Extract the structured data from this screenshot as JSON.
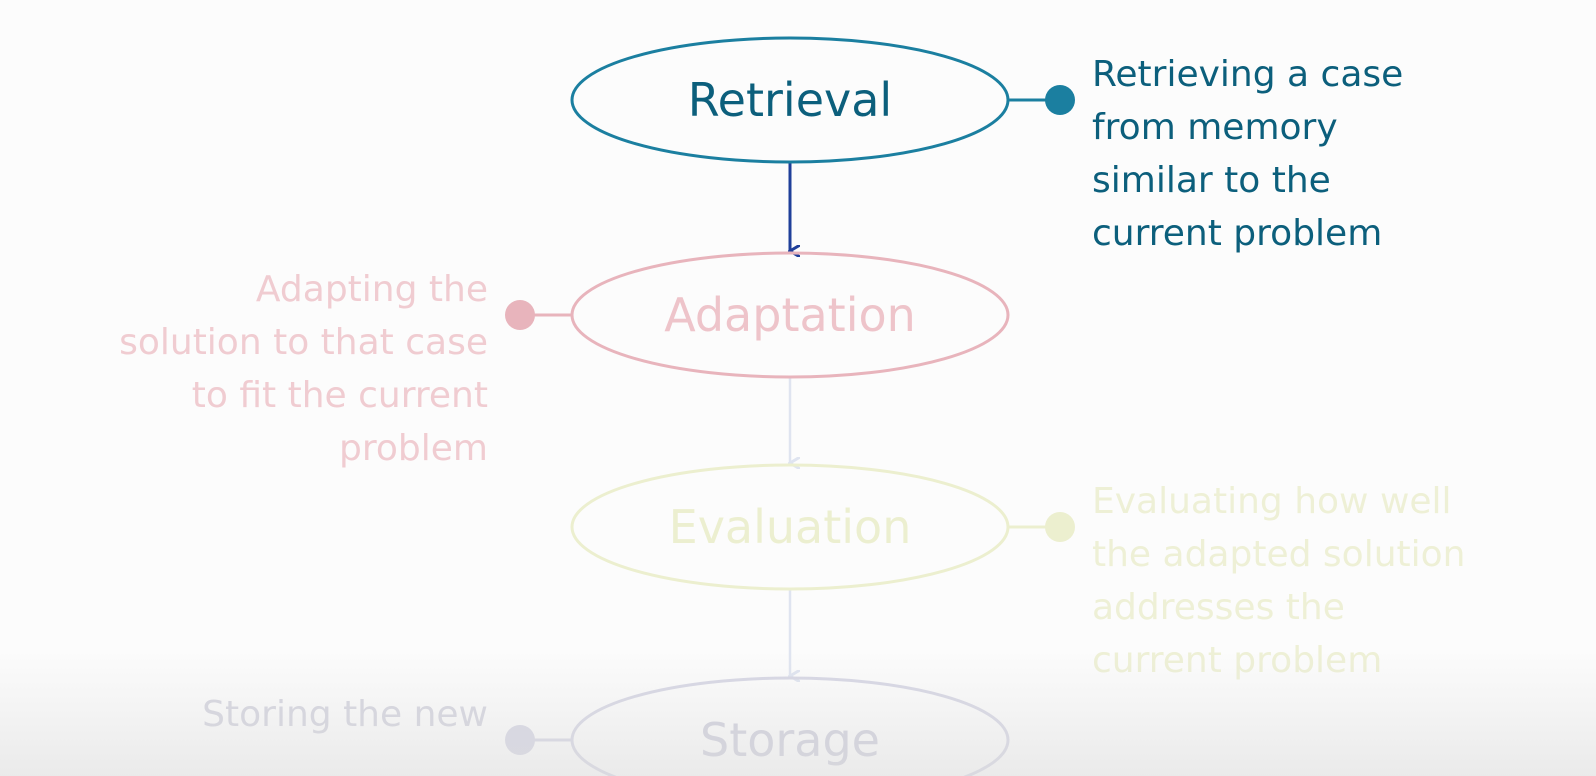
{
  "diagram": {
    "nodes": [
      {
        "id": "retrieval",
        "label": "Retrieval",
        "color": "#1b7fa0",
        "text_color": "#0c5f7c",
        "opacity": 1.0,
        "description": [
          "Retrieving a case",
          "from memory",
          "similar to the",
          "current problem"
        ],
        "description_color": "#0c5f7c",
        "description_side": "right"
      },
      {
        "id": "adaptation",
        "label": "Adaptation",
        "color": "#e8b4bc",
        "text_color": "#eec4ca",
        "opacity": 1.0,
        "description": [
          "Adapting the",
          "solution to that case",
          "to fit the current",
          "problem"
        ],
        "description_color": "#f0ccd1",
        "description_side": "left"
      },
      {
        "id": "evaluation",
        "label": "Evaluation",
        "color": "#ecefcf",
        "text_color": "#ecefd0",
        "opacity": 1.0,
        "description": [
          "Evaluating how well",
          "the adapted solution",
          "addresses the",
          "current problem"
        ],
        "description_color": "#eef0d6",
        "description_side": "right"
      },
      {
        "id": "storage",
        "label": "Storage",
        "color": "#d6d6e4",
        "text_color": "#cfcfdc",
        "opacity": 1.0,
        "description": [
          "Storing the new"
        ],
        "description_color": "#d4d4de",
        "description_side": "left"
      }
    ],
    "edges": [
      {
        "from": "retrieval",
        "to": "adaptation",
        "color": "#1f3f9a"
      },
      {
        "from": "adaptation",
        "to": "evaluation",
        "color": "#dfe4f0"
      },
      {
        "from": "evaluation",
        "to": "storage",
        "color": "#dfe4f0"
      }
    ]
  }
}
